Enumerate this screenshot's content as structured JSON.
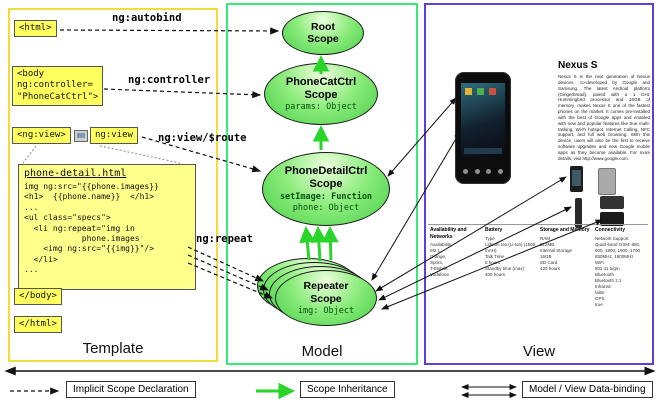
{
  "panels": {
    "template_label": "Template",
    "model_label": "Model",
    "view_label": "View"
  },
  "template": {
    "html_open": "<html>",
    "body_open": "<body\nng:controller=\n\"PhoneCatCtrl\">",
    "ng_view_tag": "<ng:view>",
    "ng_view_label": "ng:view",
    "phone_detail_title": "phone-detail.html",
    "phone_detail_code": "img ng:src=\"{{phone.images}}\n<h1>  {{phone.name}}  </h1>\n...\n<ul class=\"specs\">\n  <li ng:repeat=\"img in\n            phone.images\n    <img ng:src=\"{{img}}\"/>\n  </li>\n...",
    "body_close": "</body>",
    "html_close": "</html>"
  },
  "annotations": {
    "autobind": "ng:autobind",
    "controller": "ng:controller",
    "view_route": "ng:view/$route",
    "repeat": "ng:repeat"
  },
  "scopes": {
    "root": {
      "name": "Root\nScope"
    },
    "phonecat": {
      "name": "PhoneCatCtrl\nScope",
      "prop1": "params: Object"
    },
    "phonedetail": {
      "name": "PhoneDetailCtrl\nScope",
      "prop1": "setImage: Function",
      "prop2": "phone: Object"
    },
    "repeater": {
      "name": "Repeater\nScope",
      "prop1": "img: Object"
    }
  },
  "view": {
    "product_name": "Nexus S",
    "description": "Nexus S is the next generation of Nexus devices, co-developed by Google and Samsung. The latest Android platform (Gingerbread), paired with a 1 GHz Hummingbird processor and 16GB of memory, makes Nexus S one of the fastest phones on the market. It comes pre-installed with the best of Google apps and enabled with new and popular features like true multi-tasking, Wi-Fi hotspot, Internet Calling, NFC support, and full web browsing. With this device, users will also be the first to receive software upgrades and new Google mobile apps as they become available. For more details, visit http://www.google.com.",
    "specs": {
      "col1": {
        "header": "Availability and Networks",
        "body": "Availability\nM2.1,\nOrange,\nSprint,\nT-Mobile,\nVodafone"
      },
      "col2": {
        "header": "Battery",
        "body": "Type\nLithium Ion (Li-Ion) (1500 mAH)\nTalk Time\n6 hours\nStandby time (max)\n400 hours"
      },
      "col3": {
        "header": "Storage and Memory",
        "body": "RAM\n512MB\nInternal Storage\n16GB\nSD Card\n420 hours"
      },
      "col4": {
        "header": "Connectivity",
        "body": "Network Support\nQuad-band GSM: 850, 900, 1800, 1900, 1700 850MHz, 1900MHz\nWiFi\n802.11 b/g/n\nBluetooth\nBluetooth 2.1\nInfrared\nfalse\nGPS\ntrue"
      }
    }
  },
  "legend": {
    "implicit": "Implicit Scope Declaration",
    "inheritance": "Scope Inheritance",
    "databinding": "Model / View Data-binding"
  },
  "colors": {
    "template_border": "#f0dd3a",
    "model_border": "#3ce87a",
    "view_border": "#5b3fd6",
    "scope_fill_light": "#ecffdc",
    "scope_fill_dark": "#49cf49",
    "code_bg": "#ffff5e",
    "inheritance_arrow": "#2ad52a",
    "arrow_black": "#111111"
  }
}
